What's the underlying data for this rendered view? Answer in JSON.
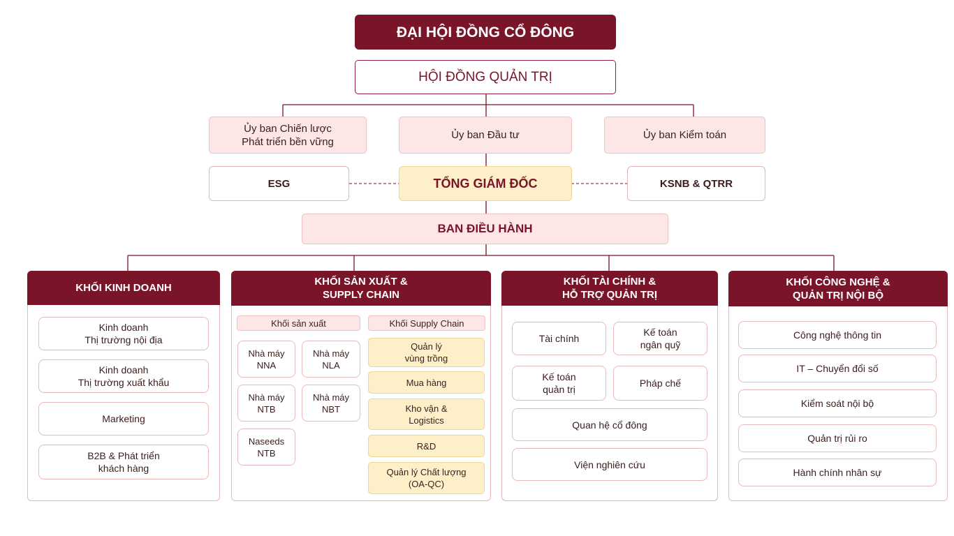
{
  "top": {
    "agm": "ĐẠI HỘI ĐỒNG CỔ ĐÔNG",
    "board": "HỘI ĐỒNG QUẢN TRỊ"
  },
  "committees": {
    "strategy": "Ủy ban Chiến lược\nPhát triển bền vững",
    "investment": "Ủy ban Đầu tư",
    "audit": "Ủy ban Kiểm toán"
  },
  "executive": {
    "esg": "ESG",
    "ceo": "TỔNG GIÁM ĐỐC",
    "ksnb": "KSNB & QTRR",
    "management": "BAN ĐIỀU HÀNH"
  },
  "blocks": {
    "business": {
      "title": "KHỐI KINH DOANH",
      "items": [
        "Kinh doanh\nThị trường nội địa",
        "Kinh doanh\nThị trường xuất khẩu",
        "Marketing",
        "B2B & Phát triển\nkhách hàng"
      ]
    },
    "production": {
      "title": "KHỐI SẢN XUẤT &\nSUPPLY CHAIN",
      "sub_production": "Khối sản xuất",
      "sub_supply": "Khối Supply Chain",
      "factories": [
        "Nhà máy\nNNA",
        "Nhà máy\nNLA",
        "Nhà máy\nNTB",
        "Nhà máy\nNBT",
        "Naseeds\nNTB"
      ],
      "supply_items": [
        "Quản lý\nvùng trồng",
        "Mua hàng",
        "Kho vận &\nLogistics",
        "R&D",
        "Quản lý Chất lượng\n(OA-QC)"
      ]
    },
    "finance": {
      "title": "KHỐI TÀI CHÍNH &\nHỖ TRỢ QUẢN TRỊ",
      "items": [
        "Tài chính",
        "Kế toán\nngân quỹ",
        "Kế toán\nquản trị",
        "Pháp chế",
        "Quan hệ cổ đông",
        "Viện nghiên cứu"
      ]
    },
    "technology": {
      "title": "KHỐI CÔNG NGHỆ &\nQUẢN TRỊ NỘI BỘ",
      "items": [
        "Công nghệ thông tin",
        "IT – Chuyển đổi số",
        "Kiểm soát nội bộ",
        "Quản trị rủi ro",
        "Hành chính nhân sự"
      ]
    }
  },
  "colors": {
    "brand": "#7a1428",
    "pink": "#fde6e6",
    "cream": "#fdf0c8"
  }
}
